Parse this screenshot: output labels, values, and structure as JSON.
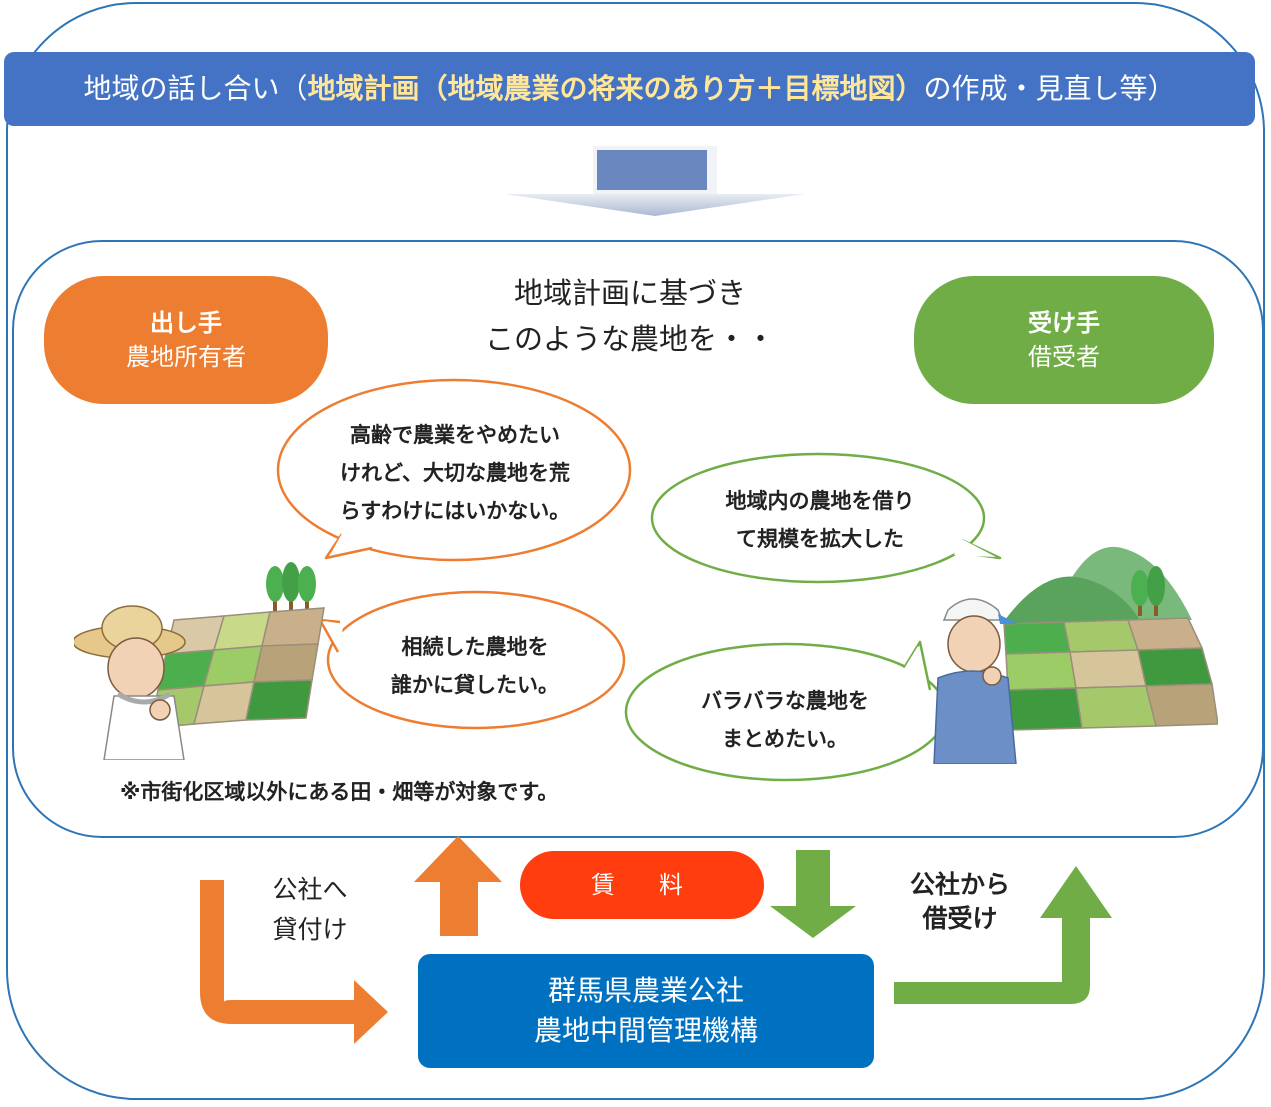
{
  "banner": {
    "prefix": "地域の話し合い（",
    "highlight1": "地域計画（地域農業の将来のあり方＋目標地図）",
    "suffix": "の作成・見直し等）"
  },
  "center_text": {
    "line1": "地域計画に基づき",
    "line2": "このような農地を・・"
  },
  "giver": {
    "title": "出し手",
    "subtitle": "農地所有者"
  },
  "taker": {
    "title": "受け手",
    "subtitle": "借受者"
  },
  "bubbles": {
    "giver_1": [
      "高齢で農業をやめたい",
      "けれど、大切な農地を荒",
      "らすわけにはいかない。"
    ],
    "giver_2": [
      "相続した農地を",
      "誰かに貸したい。"
    ],
    "taker_1": [
      "地域内の農地を借り",
      "て規模を拡大した"
    ],
    "taker_2": [
      "バラバラな農地を",
      "まとめたい。"
    ]
  },
  "note": "※市街化区域以外にある田・畑等が対象です。",
  "flow": {
    "lend_label": [
      "公社へ",
      "貸付け"
    ],
    "rent_label": "賃　料",
    "borrow_label": [
      "公社から",
      "借受け"
    ]
  },
  "organization": {
    "line1": "群馬県農業公社",
    "line2": "農地中間管理機構"
  },
  "colors": {
    "frame": "#2e75b6",
    "banner": "#4472c4",
    "banner_highlight": "#ffe699",
    "giver": "#ed7d31",
    "taker": "#70ad47",
    "rent": "#ff3d0f",
    "organization": "#0070c0"
  }
}
